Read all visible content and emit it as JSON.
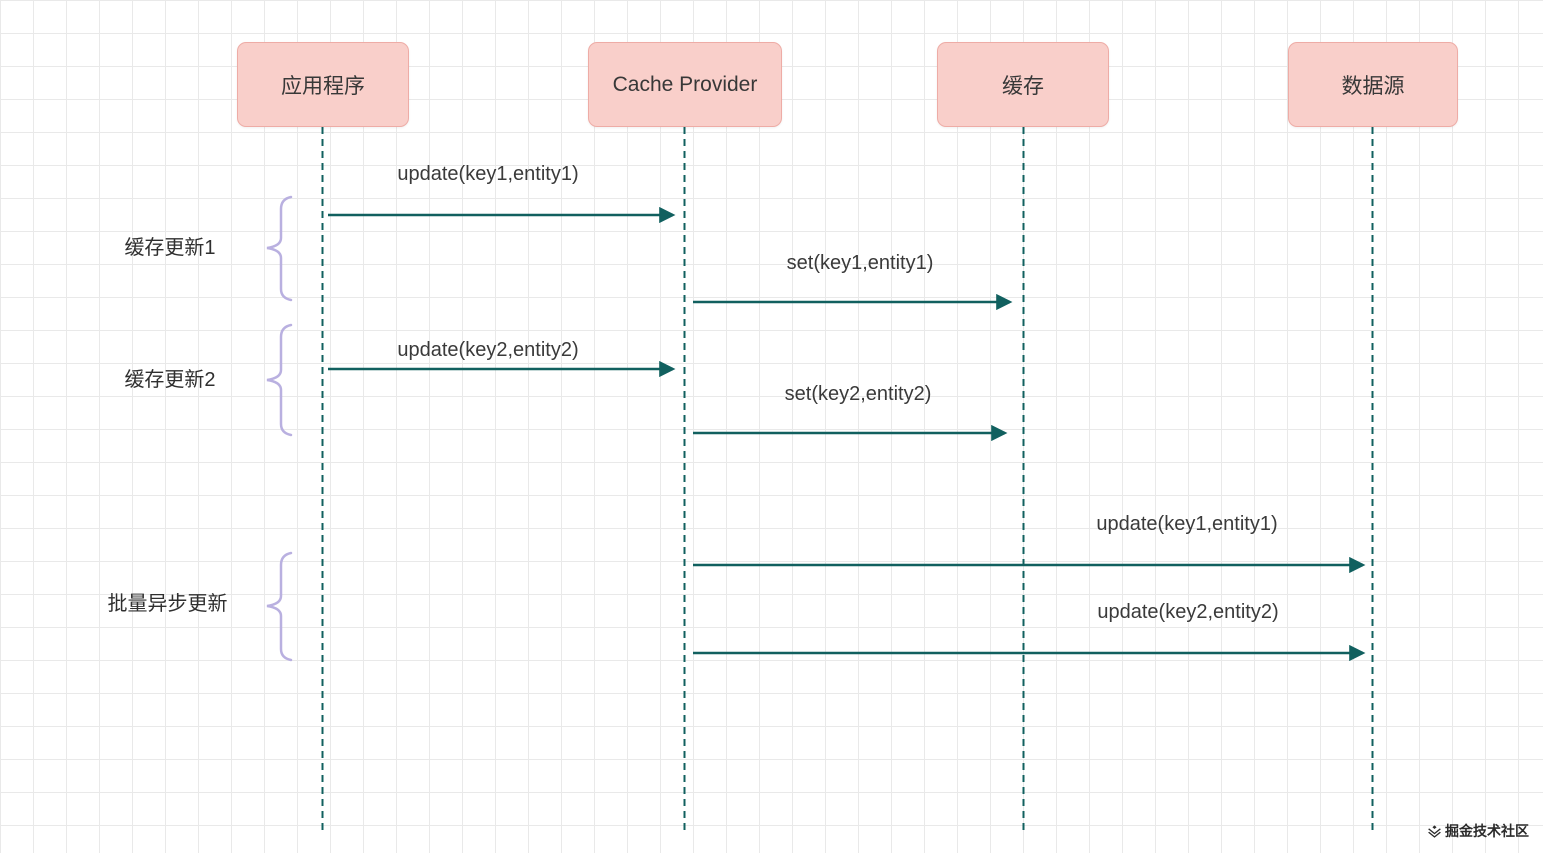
{
  "diagram": {
    "actors": [
      {
        "label": "应用程序"
      },
      {
        "label": "Cache Provider"
      },
      {
        "label": "缓存"
      },
      {
        "label": "数据源"
      }
    ],
    "messages": [
      {
        "label": "update(key1,entity1)"
      },
      {
        "label": "set(key1,entity1)"
      },
      {
        "label": "update(key2,entity2)"
      },
      {
        "label": "set(key2,entity2)"
      },
      {
        "label": "update(key1,entity1)"
      },
      {
        "label": "update(key2,entity2)"
      }
    ],
    "groups": [
      {
        "label": "缓存更新1"
      },
      {
        "label": "缓存更新2"
      },
      {
        "label": "批量异步更新"
      }
    ],
    "watermark": {
      "text": "掘金技术社区"
    },
    "colors": {
      "actor_fill": "#f9cfca",
      "actor_border": "#eeaca6",
      "line": "#11605f",
      "brace": "#b9b0e0",
      "text": "#3a3a3a"
    }
  }
}
